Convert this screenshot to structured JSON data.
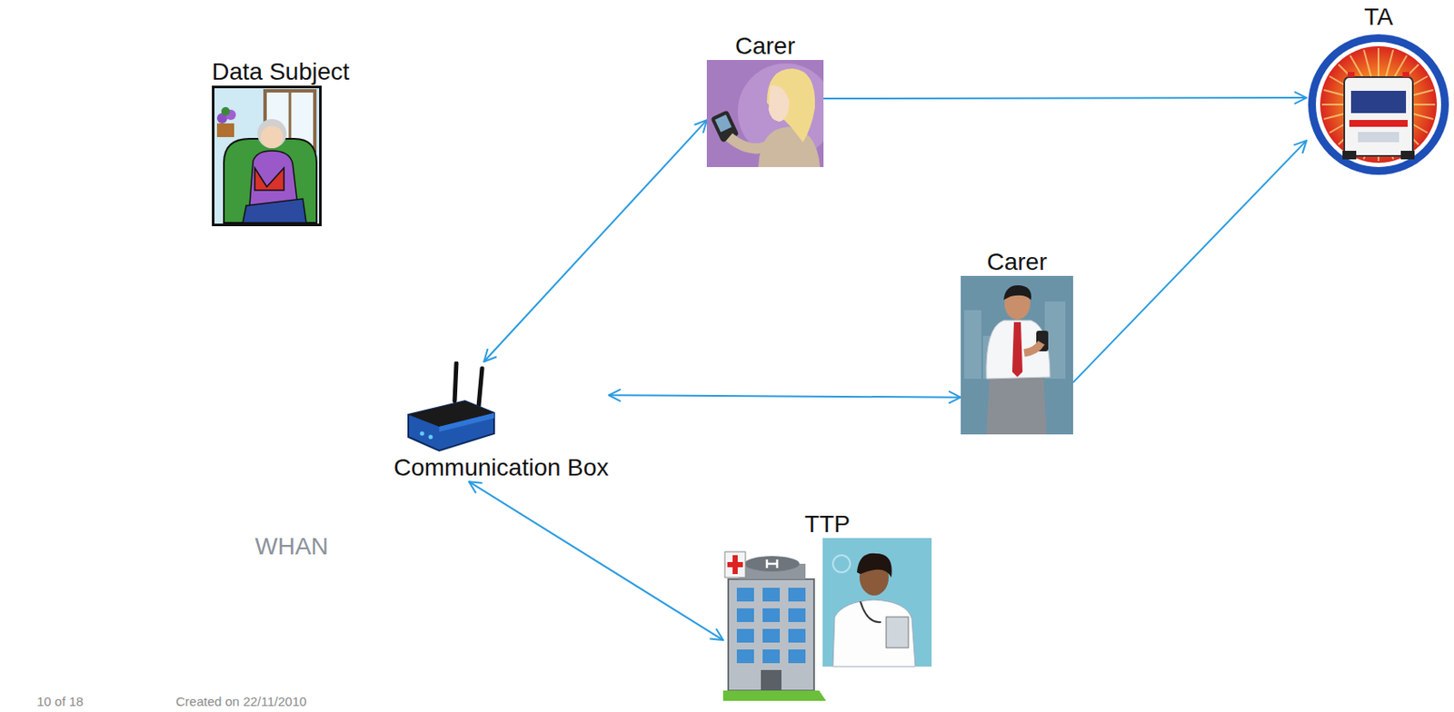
{
  "diagram": {
    "nodes": [
      {
        "text": [
          "WHAN"
        ]
      },
      {
        "text": [
          "Data Subject"
        ]
      },
      {
        "text": [
          "Communication Box"
        ],
        "in": 0
      },
      {
        "text": [
          "Carer"
        ]
      },
      {
        "text": [
          "TA"
        ]
      },
      {
        "text": [
          "Carer"
        ]
      },
      {
        "text": [
          "TTP"
        ]
      }
    ],
    "edges": [
      {
        "from": 2,
        "to": 3,
        "arrow": "both"
      },
      {
        "from": 2,
        "to": 5,
        "arrow": "both"
      },
      {
        "from": 2,
        "to": 6,
        "arrow": "both"
      },
      {
        "from": 3,
        "to": 4,
        "arrow": "to"
      },
      {
        "from": 5,
        "to": 4,
        "arrow": "to"
      }
    ],
    "labels": [
      "10 of 18",
      "Created on 22/11/2010"
    ]
  }
}
